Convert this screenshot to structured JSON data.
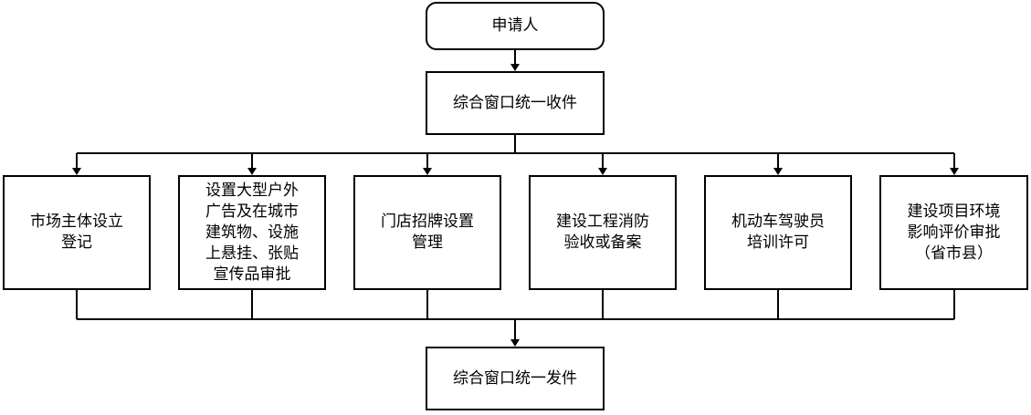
{
  "start": {
    "label": "申请人"
  },
  "intake": {
    "label": "综合窗口统一收件"
  },
  "items": [
    {
      "label": "市场主体设立\n登记"
    },
    {
      "label": "设置大型户外\n广告及在城市\n建筑物、设施\n上悬挂、张贴\n宣传品审批"
    },
    {
      "label": "门店招牌设置\n管理"
    },
    {
      "label": "建设工程消防\n验收或备案"
    },
    {
      "label": "机动车驾驶员\n培训许可"
    },
    {
      "label": "建设项目环境\n影响评价审批\n（省市县）"
    }
  ],
  "output": {
    "label": "综合窗口统一发件"
  }
}
